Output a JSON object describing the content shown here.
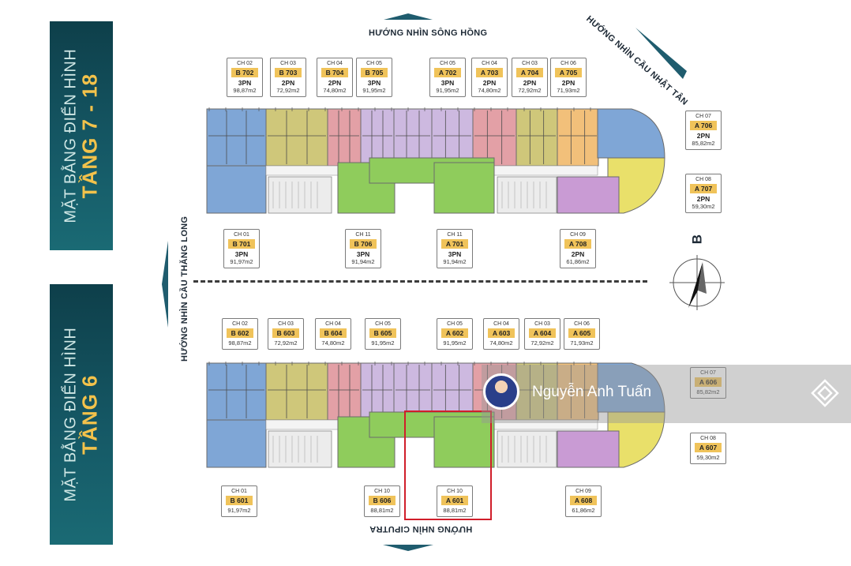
{
  "panels": {
    "top": {
      "line1": "MẶT BẰNG ĐIỂN HÌNH",
      "line2": "TẦNG 7 - 18"
    },
    "bottom": {
      "line1": "MẶT BẰNG ĐIỂN HÌNH",
      "line2": "TẦNG 6"
    }
  },
  "directions": {
    "top": "HƯỚNG NHÌN SÔNG HỒNG",
    "top_right": "HƯỚNG NHÌN CẦU NHẬT TÂN",
    "left": "HƯỚNG NHÌN CẦU THĂNG LONG",
    "bottom": "HƯỚNG NHÌN CIPUTRA"
  },
  "compass_label": "B",
  "watermark": {
    "name": "Nguyễn Anh Tuấn"
  },
  "colors": {
    "teal_panel": "#155865",
    "gold_text": "#f3c24b",
    "tag_fill": "#f0c35a",
    "highlight": "#d01e2a"
  },
  "floor_7_18": [
    {
      "code": "CH 02",
      "unit": "B 702",
      "rooms": "3PN",
      "area": "98,87m2"
    },
    {
      "code": "CH 03",
      "unit": "B 703",
      "rooms": "2PN",
      "area": "72,92m2"
    },
    {
      "code": "CH 04",
      "unit": "B 704",
      "rooms": "2PN",
      "area": "74,80m2"
    },
    {
      "code": "CH 05",
      "unit": "B 705",
      "rooms": "3PN",
      "area": "91,95m2"
    },
    {
      "code": "CH 05",
      "unit": "A 702",
      "rooms": "3PN",
      "area": "91,95m2"
    },
    {
      "code": "CH 04",
      "unit": "A 703",
      "rooms": "2PN",
      "area": "74,80m2"
    },
    {
      "code": "CH 03",
      "unit": "A 704",
      "rooms": "2PN",
      "area": "72,92m2"
    },
    {
      "code": "CH 06",
      "unit": "A 705",
      "rooms": "2PN",
      "area": "71,93m2"
    },
    {
      "code": "CH 07",
      "unit": "A 706",
      "rooms": "2PN",
      "area": "85,82m2"
    },
    {
      "code": "CH 08",
      "unit": "A 707",
      "rooms": "2PN",
      "area": "59,30m2"
    },
    {
      "code": "CH 01",
      "unit": "B 701",
      "rooms": "3PN",
      "area": "91,97m2"
    },
    {
      "code": "CH 11",
      "unit": "B 706",
      "rooms": "3PN",
      "area": "91,94m2"
    },
    {
      "code": "CH 11",
      "unit": "A 701",
      "rooms": "3PN",
      "area": "91,94m2"
    },
    {
      "code": "CH 09",
      "unit": "A 708",
      "rooms": "2PN",
      "area": "61,86m2"
    }
  ],
  "floor_6": [
    {
      "code": "CH 02",
      "unit": "B 602",
      "area": "98,87m2"
    },
    {
      "code": "CH 03",
      "unit": "B 603",
      "area": "72,92m2"
    },
    {
      "code": "CH 04",
      "unit": "B 604",
      "area": "74,80m2"
    },
    {
      "code": "CH 05",
      "unit": "B 605",
      "area": "91,95m2"
    },
    {
      "code": "CH 05",
      "unit": "A 602",
      "area": "91,95m2"
    },
    {
      "code": "CH 04",
      "unit": "A 603",
      "area": "74,80m2"
    },
    {
      "code": "CH 03",
      "unit": "A 604",
      "area": "72,92m2"
    },
    {
      "code": "CH 06",
      "unit": "A 605",
      "area": "71,93m2"
    },
    {
      "code": "CH 07",
      "unit": "A 606",
      "area": "85,82m2"
    },
    {
      "code": "CH 08",
      "unit": "A 607",
      "area": "59,30m2"
    },
    {
      "code": "CH 01",
      "unit": "B 601",
      "area": "91,97m2"
    },
    {
      "code": "CH 10",
      "unit": "B 606",
      "area": "88,81m2"
    },
    {
      "code": "CH 10",
      "unit": "A 601",
      "area": "88,81m2"
    },
    {
      "code": "CH 09",
      "unit": "A 608",
      "area": "61,86m2"
    }
  ]
}
